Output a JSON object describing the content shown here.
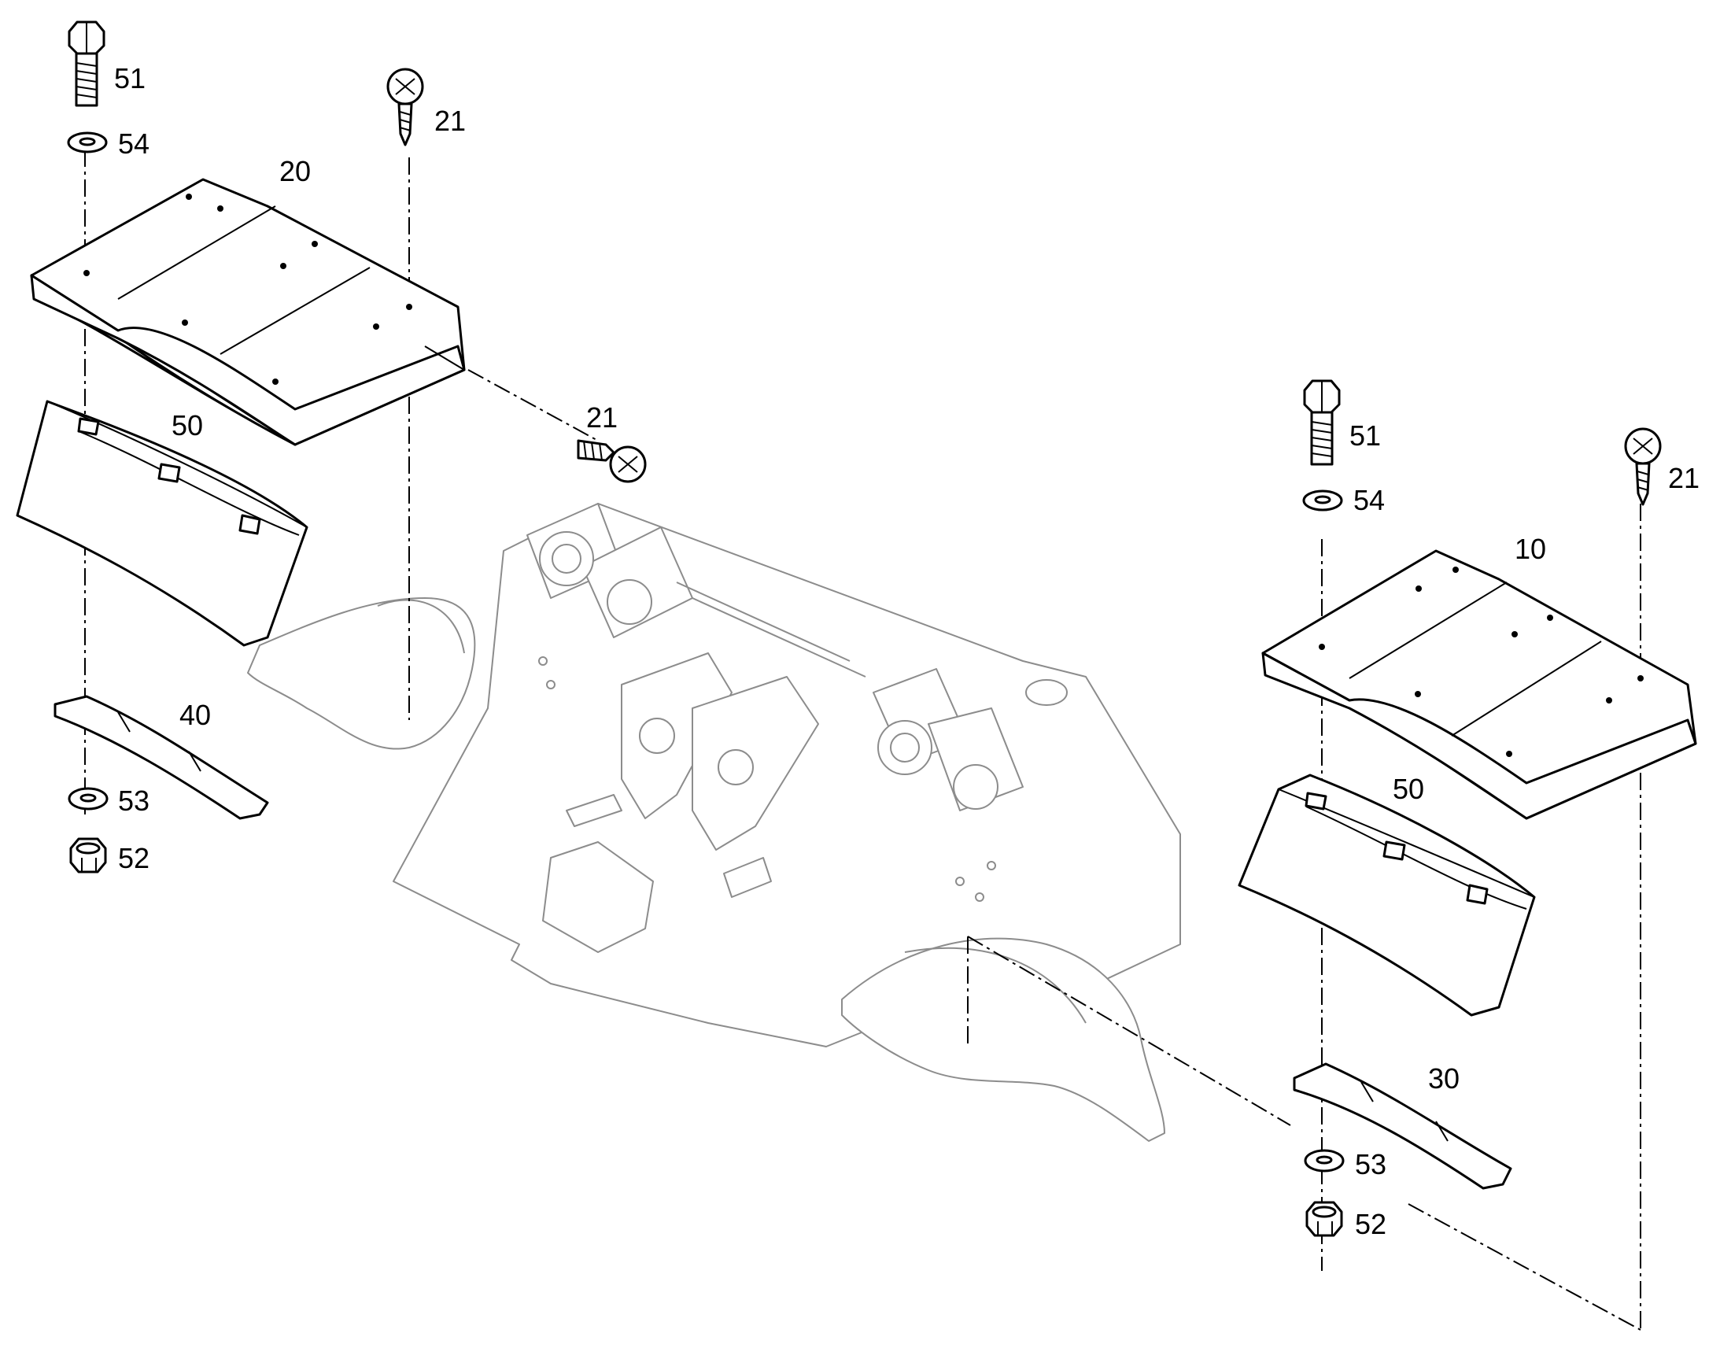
{
  "callouts": {
    "bolt_left": "51",
    "washer_left_top": "54",
    "screw_top_left": "21",
    "cover_left": "20",
    "pad_left": "50",
    "screw_middle": "21",
    "strip_left": "40",
    "washer_left_bottom": "53",
    "nut_left": "52",
    "bolt_right": "51",
    "washer_right_top": "54",
    "screw_right": "21",
    "cover_right": "10",
    "pad_right": "50",
    "strip_right": "30",
    "washer_right_bottom": "53",
    "nut_right": "52"
  },
  "icons": {
    "bolt": "hex-bolt-icon",
    "screw": "phillips-screw-icon",
    "washer": "washer-icon",
    "nut": "hex-nut-icon"
  },
  "colors": {
    "part_outline": "#000000",
    "frame_outline": "#8c8c8c",
    "background": "#ffffff"
  }
}
